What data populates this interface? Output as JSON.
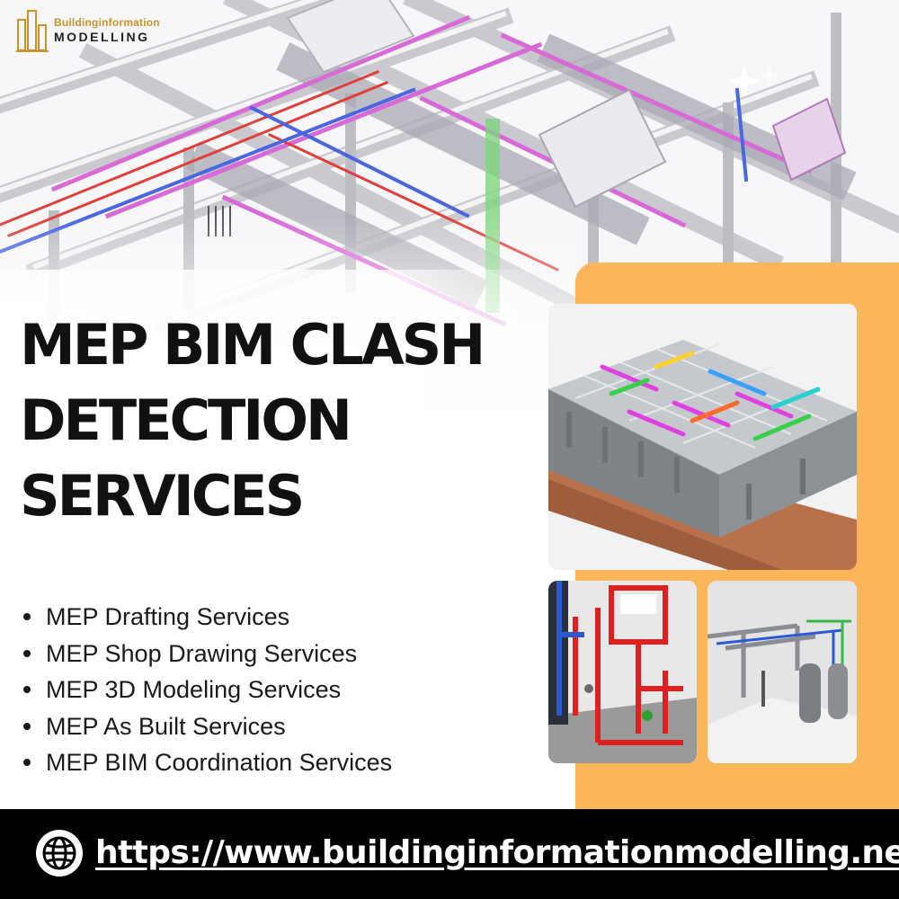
{
  "brand": {
    "logo_line1": "Buildinginformation",
    "logo_line2": "MODELLING",
    "logo_icon": "building-towers-icon",
    "accent_color": "#fbb659",
    "logo_gold": "#c9922a"
  },
  "headline": {
    "line1": "MEP BIM CLASH",
    "line2": "DETECTION",
    "line3": "SERVICES"
  },
  "services": [
    "MEP Drafting Services",
    "MEP Shop Drawing Services",
    "MEP 3D Modeling Services",
    "MEP As Built Services",
    "MEP BIM Coordination Services"
  ],
  "footer": {
    "icon": "globe-icon",
    "url": "https://www.buildinginformationmodelling.net"
  },
  "images": {
    "background": "mep-ductwork-wireframe",
    "main": "mep-building-3d-model",
    "bottom_left": "fire-protection-piping-model",
    "bottom_right": "mechanical-piping-tanks-model"
  }
}
